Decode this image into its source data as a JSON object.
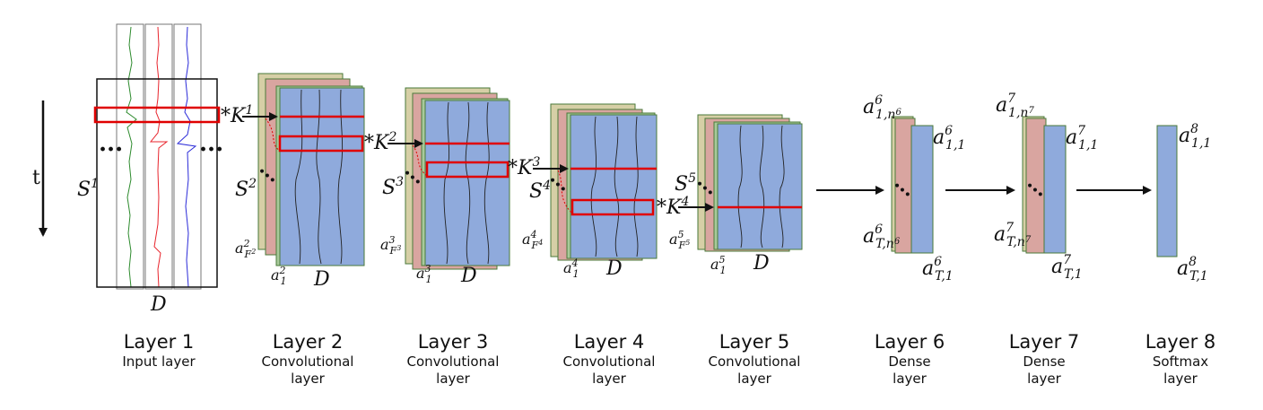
{
  "time_axis_label": "t",
  "layers": [
    {
      "name": "Layer 1",
      "desc": [
        "Input layer"
      ]
    },
    {
      "name": "Layer 2",
      "desc": [
        "Convolutional",
        "layer"
      ]
    },
    {
      "name": "Layer 3",
      "desc": [
        "Convolutional",
        "layer"
      ]
    },
    {
      "name": "Layer 4",
      "desc": [
        "Convolutional",
        "layer"
      ]
    },
    {
      "name": "Layer 5",
      "desc": [
        "Convolutional",
        "layer"
      ]
    },
    {
      "name": "Layer 6",
      "desc": [
        "Dense",
        "layer"
      ]
    },
    {
      "name": "Layer 7",
      "desc": [
        "Dense",
        "layer"
      ]
    },
    {
      "name": "Layer 8",
      "desc": [
        "Softmax",
        "layer"
      ]
    }
  ],
  "math": {
    "S": "S",
    "D": "D",
    "K": "K",
    "a": "a",
    "ellipsis": "...",
    "conv_op": "*",
    "sup": {
      "s1": "1",
      "s2": "2",
      "s3": "3",
      "s4": "4",
      "s5": "5",
      "k1": "1",
      "k2": "2",
      "k3": "3",
      "k4": "4",
      "l2": "2",
      "l3": "3",
      "l4": "4",
      "l5": "5",
      "l6": "6",
      "l7": "7",
      "l8": "8"
    },
    "sub": {
      "one": "1",
      "F2": "F",
      "F3": "F",
      "F4": "F",
      "F5": "F",
      "F2e": "2",
      "F3e": "3",
      "F4e": "4",
      "F5e": "5",
      "one_n6": "1,",
      "T_n6": "T,",
      "n6": "n",
      "n6e": "6",
      "one_n7": "1,",
      "T_n7": "T,",
      "n7": "n",
      "n7e": "7",
      "one_one": "1,1",
      "T_one": "T,1"
    }
  },
  "colors": {
    "feature_map": "#8faadc",
    "map_border": "#4a7a3a",
    "back_map_red": "#d9a5a0",
    "back_map_tan": "#d6cfa6",
    "highlight": "#e00000",
    "signal_green": "#2e8b2e",
    "signal_red": "#e8242c",
    "signal_blue": "#2a2ad8"
  }
}
